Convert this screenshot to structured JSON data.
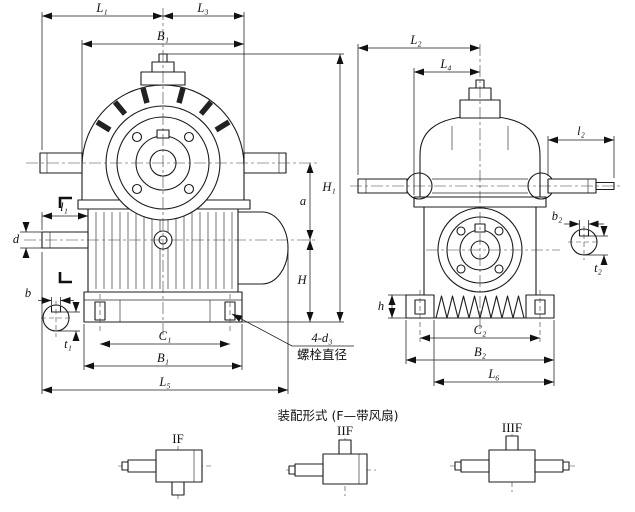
{
  "front_view": {
    "L1": "L₁",
    "L3": "L₃",
    "B1_top": "B₁",
    "H1": "H₁",
    "a": "a",
    "H": "H",
    "l1": "l₁",
    "d": "d",
    "b": "b",
    "t1": "t₁",
    "C1": "C₁",
    "B1_bottom": "B₁",
    "L5": "L₅",
    "bolt_callout_line1": "4-d₃",
    "bolt_callout_line2": "螺栓直径"
  },
  "side_view": {
    "L2": "L₂",
    "L4": "L₄",
    "l2": "l₂",
    "b2": "b₂",
    "t2": "t₂",
    "h": "h",
    "C2": "C₂",
    "B2": "B₂",
    "L6": "L₆"
  },
  "assembly": {
    "caption": "装配形式 (F—带风扇)",
    "variants": [
      "IF",
      "IIF",
      "IIIF"
    ]
  }
}
